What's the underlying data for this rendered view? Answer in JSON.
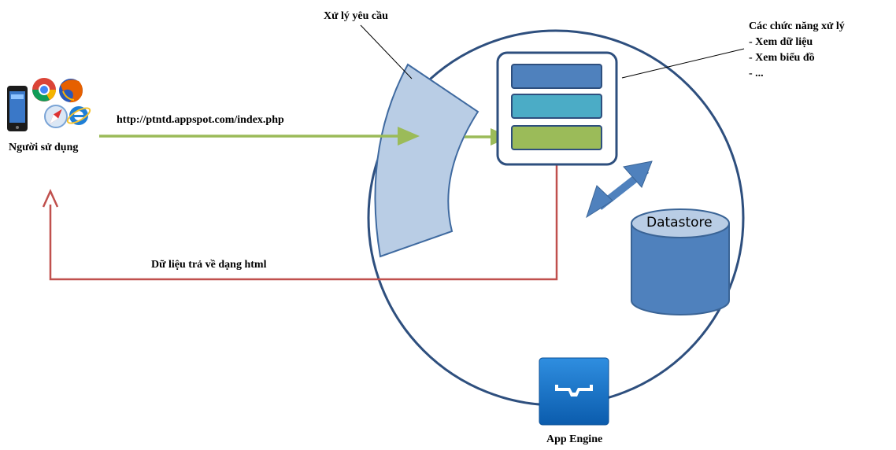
{
  "labels": {
    "user": "Người sử dụng",
    "url": "http://ptntd.appspot.com/index.php",
    "request_handler": "Xử lý yêu cầu",
    "functions_title": "Các chức năng xử lý",
    "functions": [
      "- Xem dữ liệu",
      "- Xem biểu đồ",
      "- ..."
    ],
    "response": "Dữ liệu trả về dạng html",
    "datastore": "Datastore",
    "app_engine": "App Engine"
  },
  "icons": [
    "mobile-phone-icon",
    "chrome-icon",
    "firefox-icon",
    "safari-icon",
    "internet-explorer-icon",
    "app-engine-icon"
  ],
  "colors": {
    "circle_stroke": "#2e4f7e",
    "request_arrow": "#9bbb59",
    "response_arrow": "#c0504d",
    "arc_fill": "#b9cde5",
    "module_blue": "#4f81bd",
    "module_teal": "#4bacc6",
    "module_green": "#9bbb59",
    "datastore": "#4f81bd",
    "app_engine": "#1a6fc1"
  }
}
